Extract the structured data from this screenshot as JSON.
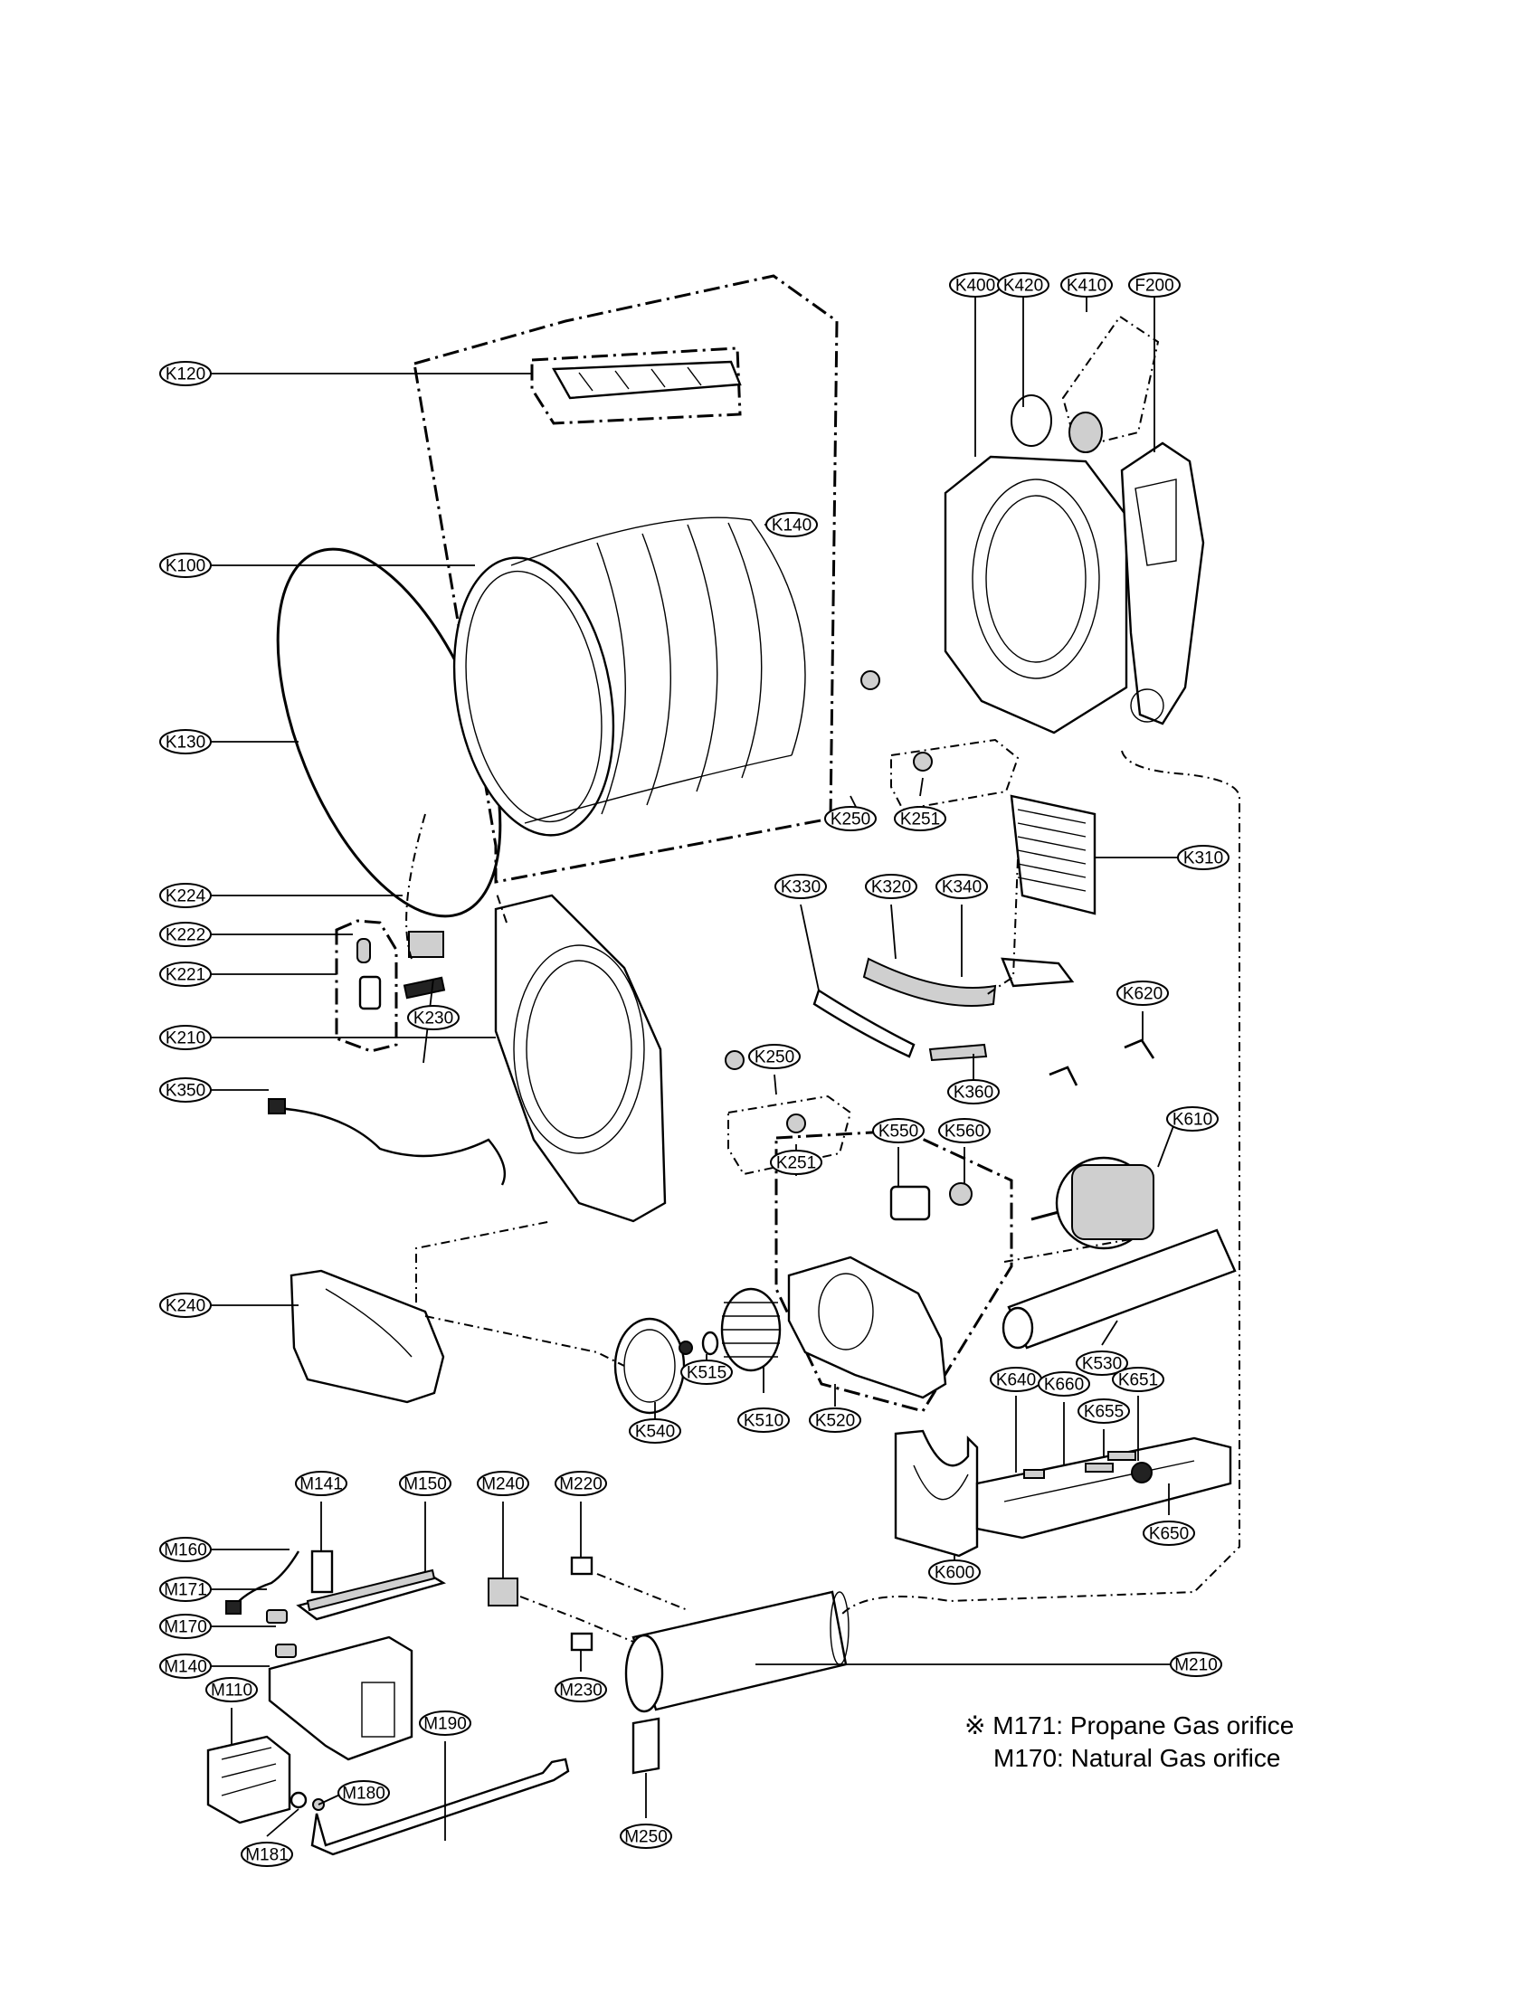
{
  "labels": {
    "K120": "K120",
    "K100": "K100",
    "K130": "K130",
    "K140": "K140",
    "K400": "K400",
    "K420": "K420",
    "K410": "K410",
    "F200": "F200",
    "K250a": "K250",
    "K251a": "K251",
    "K310": "K310",
    "K224": "K224",
    "K222": "K222",
    "K221": "K221",
    "K230": "K230",
    "K210": "K210",
    "K350": "K350",
    "K330": "K330",
    "K320": "K320",
    "K340": "K340",
    "K360": "K360",
    "K250b": "K250",
    "K251b": "K251",
    "K620": "K620",
    "K610": "K610",
    "K550": "K550",
    "K560": "K560",
    "K240": "K240",
    "K540": "K540",
    "K515": "K515",
    "K510": "K510",
    "K520": "K520",
    "K530": "K530",
    "K640": "K640",
    "K660": "K660",
    "K655": "K655",
    "K651": "K651",
    "K650": "K650",
    "K600": "K600",
    "M141": "M141",
    "M150": "M150",
    "M160": "M160",
    "M171": "M171",
    "M170": "M170",
    "M140": "M140",
    "M110": "M110",
    "M180": "M180",
    "M181": "M181",
    "M190": "M190",
    "M240": "M240",
    "M220": "M220",
    "M230": "M230",
    "M210": "M210",
    "M250": "M250"
  },
  "note": {
    "symbol": "※",
    "line1": "M171: Propane Gas orifice",
    "line2": "M170: Natural Gas orifice"
  }
}
